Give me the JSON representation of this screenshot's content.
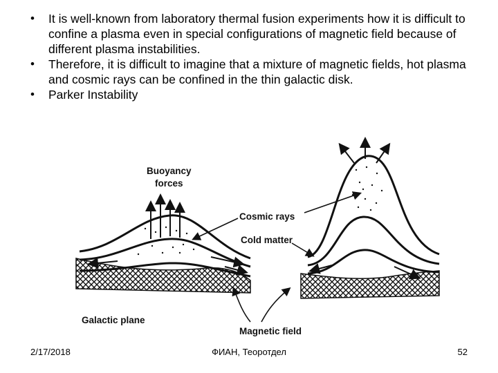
{
  "bullets": [
    "It is well-known from laboratory thermal fusion experiments how it is difficult to confine a plasma even in special configurations of magnetic field because of different plasma instabilities.",
    "Therefore, it is difficult to imagine that a mixture of magnetic fields, hot plasma and cosmic rays can be confined in the thin galactic disk.",
    "Parker Instability"
  ],
  "figure": {
    "labels": {
      "buoyancy_line1": "Buoyancy",
      "buoyancy_line2": "forces",
      "cosmic_rays": "Cosmic rays",
      "cold_matter": "Cold matter",
      "galactic_plane": "Galactic plane",
      "magnetic_field": "Magnetic field"
    }
  },
  "footer": {
    "date": "2/17/2018",
    "center": "ФИАН, Теоротдел",
    "page": "52"
  }
}
